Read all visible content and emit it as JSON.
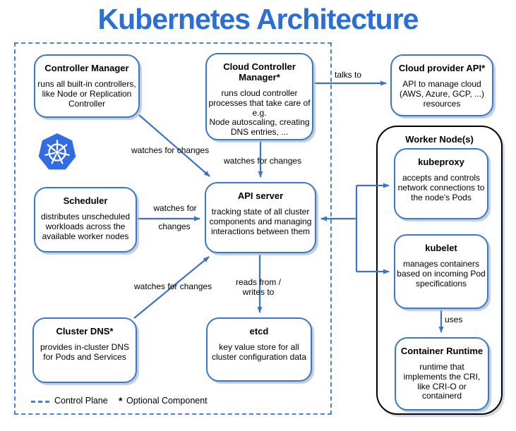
{
  "title": "Kubernetes Architecture",
  "colors": {
    "accent_arrow": "#3b73c8",
    "box_border": "#3b77c8",
    "control_plane_dash": "#4d82c4",
    "title_text": "#2b6fd6",
    "k8s_logo_blue": "#326ce5",
    "worker_border": "#000000"
  },
  "boxes": {
    "controller_manager": {
      "title": "Controller Manager",
      "body": "runs all built-in controllers,\nlike Node or Replication\nController"
    },
    "cloud_controller_manager": {
      "title": "Cloud Controller Manager*",
      "body": "runs cloud controller\nprocesses that take care of\ne.g.\nNode autoscaling, creating\nDNS entries, ..."
    },
    "cloud_provider_api": {
      "title": "Cloud provider API*",
      "body": "API to manage cloud\n(AWS, Azure, GCP, ...)\nresources"
    },
    "scheduler": {
      "title": "Scheduler",
      "body": "distributes unscheduled\nworkloads across the\navailable worker nodes"
    },
    "api_server": {
      "title": "API server",
      "body": "tracking state of all cluster\ncomponents and managing\ninteractions between them"
    },
    "cluster_dns": {
      "title": "Cluster DNS*",
      "body": "provides in-cluster DNS\nfor Pods and Services"
    },
    "etcd": {
      "title": "etcd",
      "body": "key value store for all\ncluster configuration data"
    },
    "kubeproxy": {
      "title": "kubeproxy",
      "body": "accepts and controls\nnetwork connections to\nthe node's Pods"
    },
    "kubelet": {
      "title": "kubelet",
      "body": "manages containers\nbased on incoming Pod\nspecifications"
    },
    "container_runtime": {
      "title": "Container Runtime",
      "body": "runtime that\nimplements the CRI,\nlike CRI-O or\ncontainerd"
    }
  },
  "worker_node": {
    "title": "Worker Node(s)"
  },
  "edge_labels": {
    "cm_to_api": "watches for changes",
    "ccm_to_api": "watches for changes",
    "ccm_to_cloud": "talks to",
    "scheduler_to_api_top": "watches for",
    "scheduler_to_api_bottom": "changes",
    "dns_to_api": "watches for changes",
    "api_to_etcd": "reads from /\nwrites to",
    "kubelet_to_runtime": "uses"
  },
  "legend": {
    "control_plane": "Control Plane",
    "optional_star": "*",
    "optional_label": "Optional Component"
  }
}
